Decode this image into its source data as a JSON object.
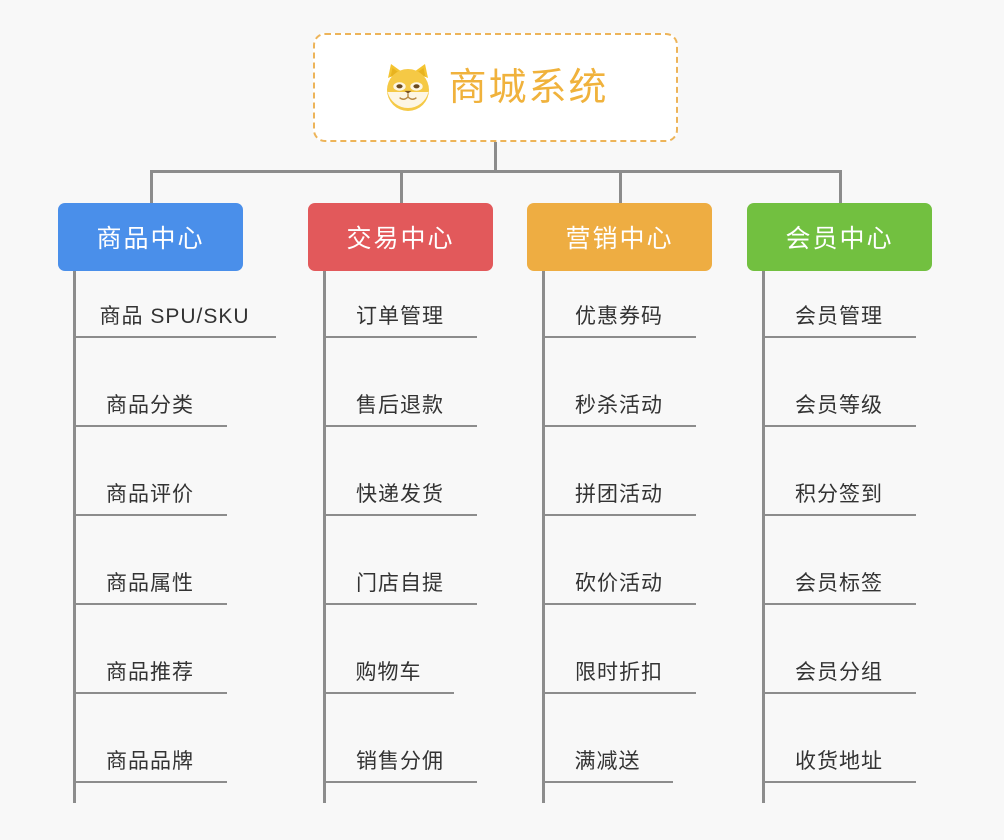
{
  "background_color": "#f8f8f8",
  "connector_color": "#8c8c8c",
  "root": {
    "title": "商城系统",
    "icon": "shiba-inu-dog-icon",
    "text_color": "#f0b23c",
    "border_color": "#edb459",
    "background_color": "#ffffff"
  },
  "columns": [
    {
      "id": "product-center",
      "title": "商品中心",
      "color": "#4a8fea",
      "items": [
        "商品 SPU/SKU",
        "商品分类",
        "商品评价",
        "商品属性",
        "商品推荐",
        "商品品牌"
      ]
    },
    {
      "id": "trade-center",
      "title": "交易中心",
      "color": "#e2595b",
      "items": [
        "订单管理",
        "售后退款",
        "快递发货",
        "门店自提",
        "购物车",
        "销售分佣"
      ]
    },
    {
      "id": "marketing-center",
      "title": "营销中心",
      "color": "#eead42",
      "items": [
        "优惠券码",
        "秒杀活动",
        "拼团活动",
        "砍价活动",
        "限时折扣",
        "满减送"
      ]
    },
    {
      "id": "member-center",
      "title": "会员中心",
      "color": "#72c040",
      "items": [
        "会员管理",
        "会员等级",
        "积分签到",
        "会员标签",
        "会员分组",
        "收货地址"
      ]
    }
  ]
}
